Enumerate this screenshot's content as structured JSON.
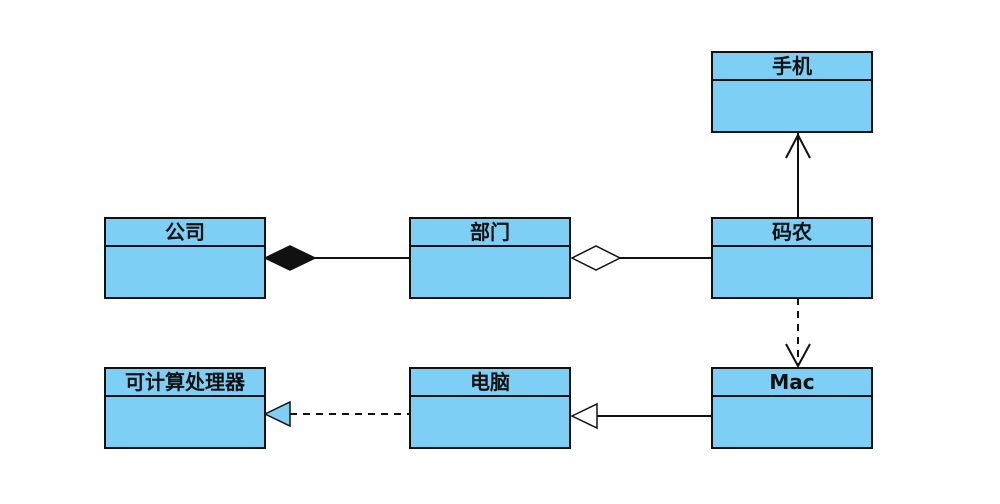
{
  "colors": {
    "class_fill": "#7dcff5",
    "stroke": "#111111",
    "background": "#ffffff"
  },
  "classes": [
    {
      "id": "phone",
      "name": "手机"
    },
    {
      "id": "company",
      "name": "公司"
    },
    {
      "id": "department",
      "name": "部门"
    },
    {
      "id": "coder",
      "name": "码农"
    },
    {
      "id": "computable",
      "name": "可计算处理器"
    },
    {
      "id": "computer",
      "name": "电脑"
    },
    {
      "id": "mac",
      "name": "Mac"
    }
  ],
  "relations": [
    {
      "type": "composition",
      "whole": "company",
      "part": "department"
    },
    {
      "type": "aggregation",
      "whole": "department",
      "part": "coder"
    },
    {
      "type": "association",
      "from": "coder",
      "to": "phone"
    },
    {
      "type": "dependency",
      "from": "coder",
      "to": "mac"
    },
    {
      "type": "generalization",
      "from": "mac",
      "to": "computer"
    },
    {
      "type": "realization",
      "from": "computer",
      "to": "computable"
    }
  ]
}
